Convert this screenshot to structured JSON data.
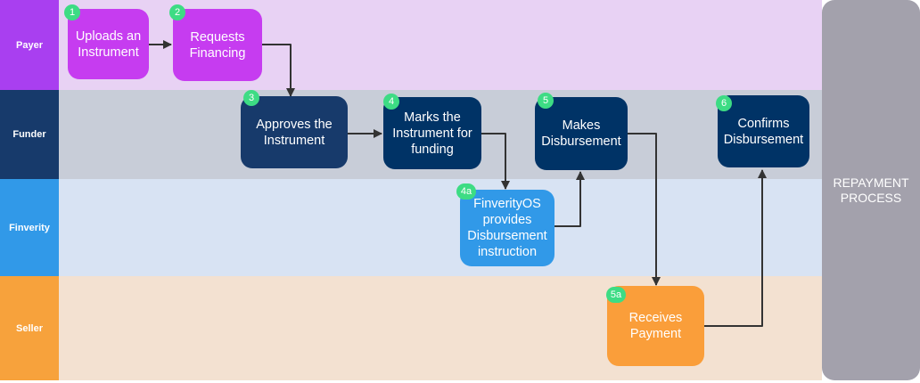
{
  "lanes": [
    {
      "name": "Payer",
      "color": "#a93ff0",
      "bg": "#e8d2f4"
    },
    {
      "name": "Funder",
      "color": "#173a6b",
      "bg": "#c8cdd8"
    },
    {
      "name": "Finverity",
      "color": "#3199e8",
      "bg": "#d8e3f3"
    },
    {
      "name": "Seller",
      "color": "#f7a23c",
      "bg": "#f3e1d1"
    }
  ],
  "steps": [
    {
      "badge": "1",
      "text": "Uploads an\nInstrument",
      "color": "#c63cf0"
    },
    {
      "badge": "2",
      "text": "Requests\nFinancing",
      "color": "#c63cf0"
    },
    {
      "badge": "3",
      "text": "Approves the\nInstrument",
      "color": "#173a6b"
    },
    {
      "badge": "4",
      "text": "Marks the\nInstrument for\nfunding",
      "color": "#003366"
    },
    {
      "badge": "5",
      "text": "Makes\nDisbursement",
      "color": "#003366"
    },
    {
      "badge": "6",
      "text": "Confirms\nDisbursement",
      "color": "#003366"
    },
    {
      "badge": "4a",
      "text": "FinverityOS\nprovides\nDisbursement\ninstruction",
      "color": "#3199e8"
    },
    {
      "badge": "5a",
      "text": "Receives\nPayment",
      "color": "#fa9e3a"
    }
  ],
  "repayment": {
    "text": "REPAYMENT\nPROCESS",
    "color": "#a3a1ac"
  },
  "arrow_color": "#333333"
}
